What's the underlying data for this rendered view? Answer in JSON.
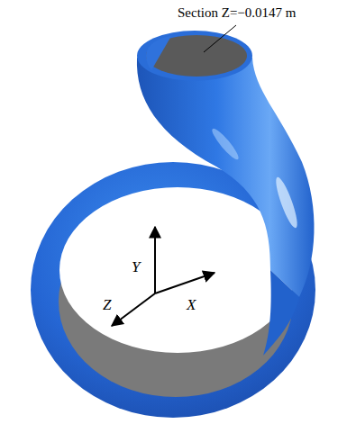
{
  "diagram": {
    "labels": [
      "Section Z=−0.0147 m",
      "Y",
      "Z",
      "X"
    ]
  }
}
